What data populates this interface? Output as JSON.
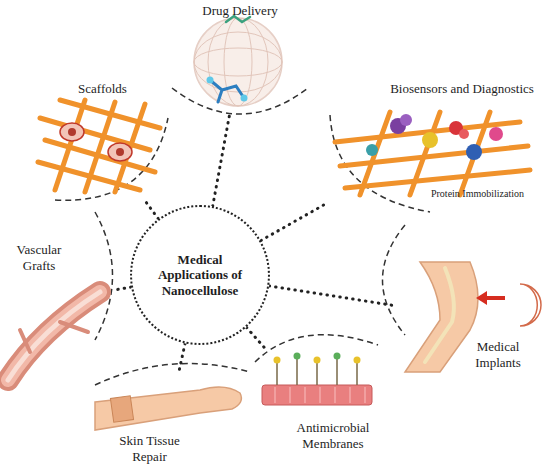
{
  "diagram": {
    "nodes": [
      {
        "text": [
          "Medical Applications of Nanocellulose"
        ]
      },
      {
        "text": [
          "Drug Delivery"
        ]
      },
      {
        "text": [
          "Biosensors and Diagnostics",
          "Protein Immobilization"
        ]
      },
      {
        "text": [
          "Medical Implants"
        ]
      },
      {
        "text": [
          "Antimicrobial Membranes"
        ]
      },
      {
        "text": [
          "Skin Tissue Repair"
        ]
      },
      {
        "text": [
          "Vascular Grafts"
        ]
      },
      {
        "text": [
          "Scaffolds"
        ]
      }
    ],
    "edges": [
      {
        "from": 0,
        "to": 1,
        "arrow": "none"
      },
      {
        "from": 0,
        "to": 2,
        "arrow": "none"
      },
      {
        "from": 0,
        "to": 3,
        "arrow": "none"
      },
      {
        "from": 0,
        "to": 4,
        "arrow": "none"
      },
      {
        "from": 0,
        "to": 5,
        "arrow": "none"
      },
      {
        "from": 0,
        "to": 6,
        "arrow": "none"
      },
      {
        "from": 0,
        "to": 7,
        "arrow": "none"
      }
    ]
  }
}
